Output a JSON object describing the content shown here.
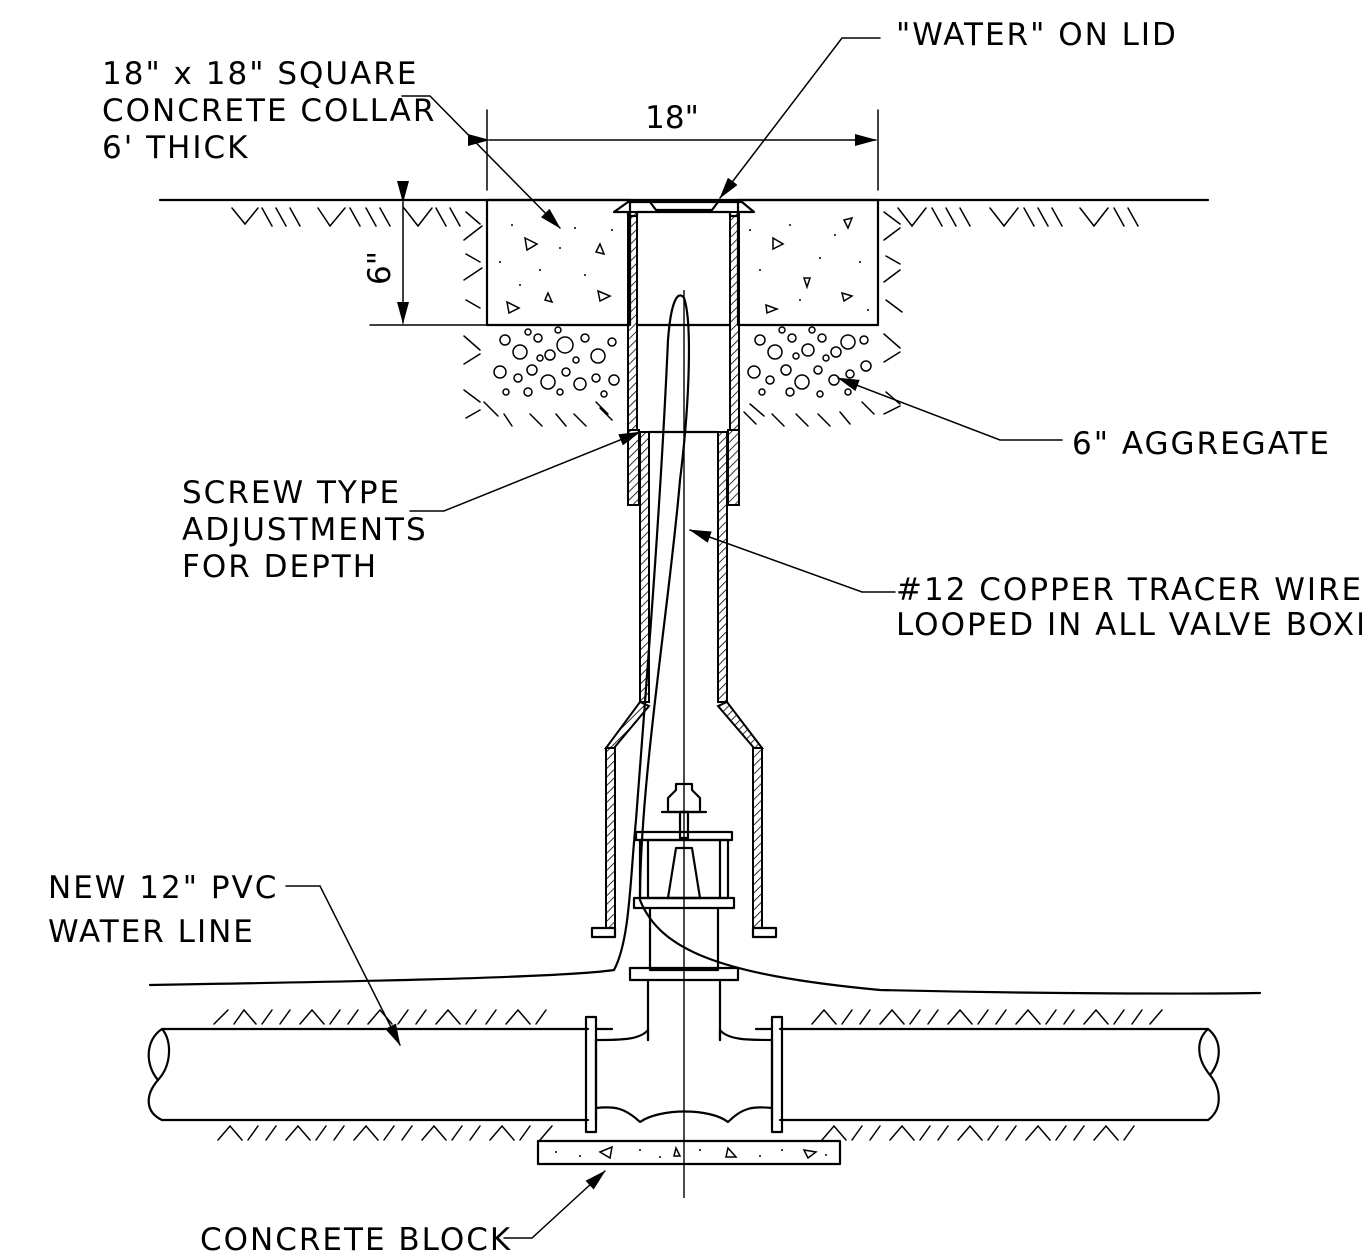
{
  "labels": {
    "water_on_lid": "\"WATER\" ON LID",
    "collar_1": "18\" x 18\" SQUARE",
    "collar_2": "CONCRETE COLLAR",
    "collar_3": "6' THICK",
    "width_dim": "18\"",
    "depth_dim": "6\"",
    "aggregate": "6\" AGGREGATE",
    "screw_1": "SCREW TYPE",
    "screw_2": "ADJUSTMENTS",
    "screw_3": "FOR DEPTH",
    "wire_1": "#12 COPPER TRACER WIRE",
    "wire_2": "LOOPED IN ALL VALVE BOXES",
    "pvc_1": "NEW 12\" PVC",
    "pvc_2": "WATER LINE",
    "block": "CONCRETE BLOCK"
  },
  "colors": {
    "line": "#000000",
    "background": "#ffffff"
  }
}
